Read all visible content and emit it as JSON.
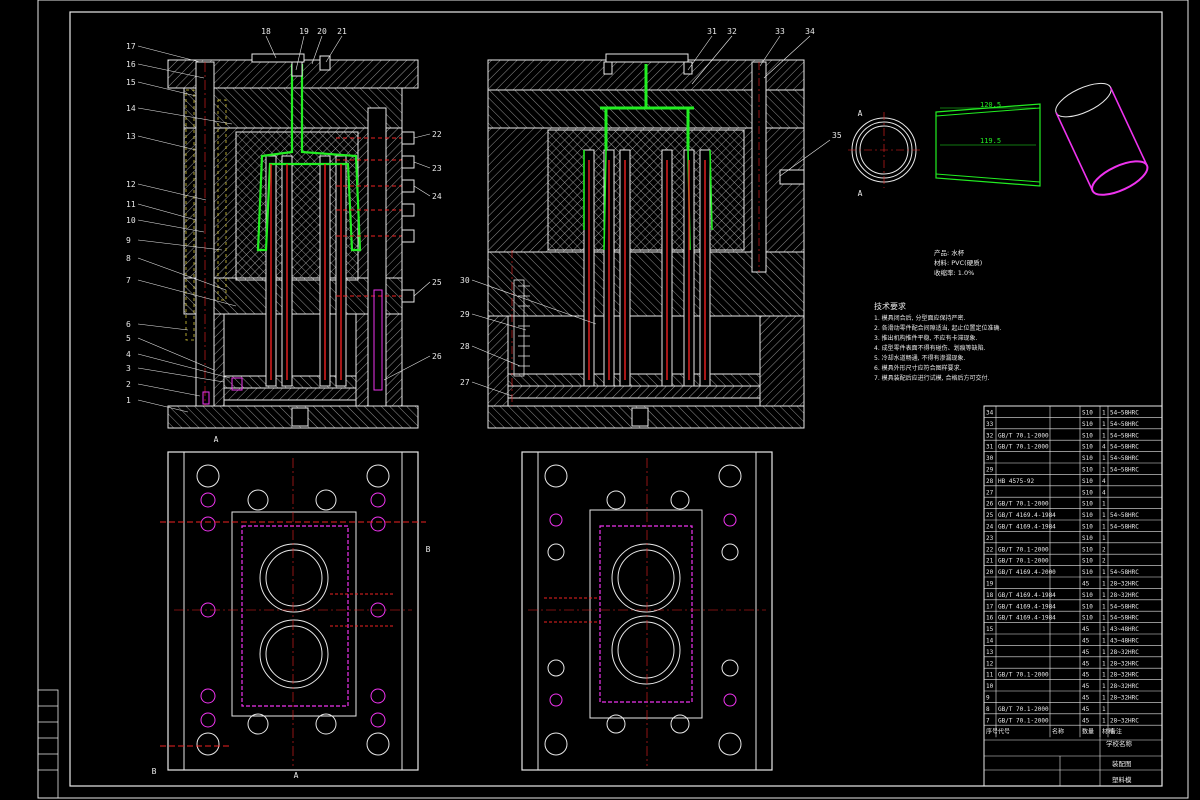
{
  "drawing": {
    "left_callouts": [
      "17",
      "16",
      "15",
      "14",
      "13",
      "12",
      "11",
      "10",
      "9",
      "8",
      "7",
      "6",
      "5",
      "4",
      "3",
      "2",
      "1"
    ],
    "top_callouts_left": [
      "18",
      "19",
      "20",
      "21"
    ],
    "right_callouts_left": [
      "22",
      "23",
      "24",
      "25",
      "26"
    ],
    "top_callouts_right": [
      "31",
      "32",
      "33",
      "34"
    ],
    "side_callouts_right": [
      "35"
    ],
    "left_callouts_right": [
      "30",
      "29",
      "28",
      "27"
    ],
    "section_marks": [
      "A",
      "A",
      "B",
      "B",
      "A",
      "A"
    ],
    "part_dims": [
      "120.5",
      "119.5"
    ],
    "notes_title": "技术要求",
    "product_info": [
      "产品: 水杯",
      "材料: PVC(硬质)",
      "收缩率: 1.0%"
    ],
    "tech_notes": [
      "1. 模具闭合后, 分型面应保持严密.",
      "2. 各滑动零件配合间隙适当, 起止位置定位准确.",
      "3. 推出机构推件平稳, 不应有卡滞现象.",
      "4. 成型零件表面不得有碰伤、划痕等缺陷.",
      "5. 冷却水道畅通, 不得有渗漏现象.",
      "6. 模具外形尺寸应符合图样要求.",
      "7. 模具装配后应进行试模, 合格后方可交付."
    ],
    "bom_rows": [
      [
        "34",
        "",
        "",
        "S10",
        "1",
        "54~58HRC"
      ],
      [
        "33",
        "",
        "",
        "S10",
        "1",
        "54~58HRC"
      ],
      [
        "32",
        "GB/T 70.1-2000",
        "",
        "S10",
        "1",
        "54~58HRC"
      ],
      [
        "31",
        "GB/T 70.1-2000",
        "",
        "S10",
        "4",
        "54~58HRC"
      ],
      [
        "30",
        "",
        "",
        "S10",
        "1",
        "54~58HRC"
      ],
      [
        "29",
        "",
        "",
        "S10",
        "1",
        "54~58HRC"
      ],
      [
        "28",
        "HB 4575-92",
        "",
        "S10",
        "4",
        ""
      ],
      [
        "27",
        "",
        "",
        "S10",
        "4",
        ""
      ],
      [
        "26",
        "GB/T 70.1-2000",
        "",
        "S10",
        "1",
        ""
      ],
      [
        "25",
        "GB/T 4169.4-1984",
        "",
        "S10",
        "1",
        "54~58HRC"
      ],
      [
        "24",
        "GB/T 4169.4-1984",
        "",
        "S10",
        "1",
        "54~58HRC"
      ],
      [
        "23",
        "",
        "",
        "S10",
        "1",
        ""
      ],
      [
        "22",
        "GB/T 70.1-2000",
        "",
        "S10",
        "2",
        ""
      ],
      [
        "21",
        "GB/T 70.1-2000",
        "",
        "S10",
        "2",
        ""
      ],
      [
        "20",
        "GB/T 4169.4-2000",
        "",
        "S10",
        "1",
        "54~58HRC"
      ],
      [
        "19",
        "",
        "",
        "45",
        "1",
        "28~32HRC"
      ],
      [
        "18",
        "GB/T 4169.4-1984",
        "",
        "S10",
        "1",
        "28~32HRC"
      ],
      [
        "17",
        "GB/T 4169.4-1984",
        "",
        "S10",
        "1",
        "54~58HRC"
      ],
      [
        "16",
        "GB/T 4169.4-1984",
        "",
        "S10",
        "1",
        "54~58HRC"
      ],
      [
        "15",
        "",
        "",
        "45",
        "1",
        "43~48HRC"
      ],
      [
        "14",
        "",
        "",
        "45",
        "1",
        "43~48HRC"
      ],
      [
        "13",
        "",
        "",
        "45",
        "1",
        "28~32HRC"
      ],
      [
        "12",
        "",
        "",
        "45",
        "1",
        "28~32HRC"
      ],
      [
        "11",
        "GB/T 70.1-2000",
        "",
        "45",
        "1",
        "28~32HRC"
      ],
      [
        "10",
        "",
        "",
        "45",
        "1",
        "28~32HRC"
      ],
      [
        "9",
        "",
        "",
        "45",
        "1",
        "28~32HRC"
      ],
      [
        "8",
        "GB/T 70.1-2000",
        "",
        "45",
        "1",
        ""
      ],
      [
        "7",
        "GB/T 70.1-2000",
        "",
        "45",
        "1",
        "28~32HRC"
      ]
    ],
    "title_block": {
      "header_cols": [
        "序号",
        "代号",
        "名称",
        "数量",
        "材料",
        "备注"
      ],
      "school": "学校名称",
      "drawing_name": "装配图",
      "product": "塑料模"
    },
    "left_block_rows": [
      "",
      "",
      "",
      "",
      "",
      ""
    ]
  },
  "colors": {
    "white": "#e8e8e8",
    "green": "#22ee22",
    "magenta": "#ee33ee",
    "red": "#ee2222",
    "hatch": "#bbbbbb"
  }
}
